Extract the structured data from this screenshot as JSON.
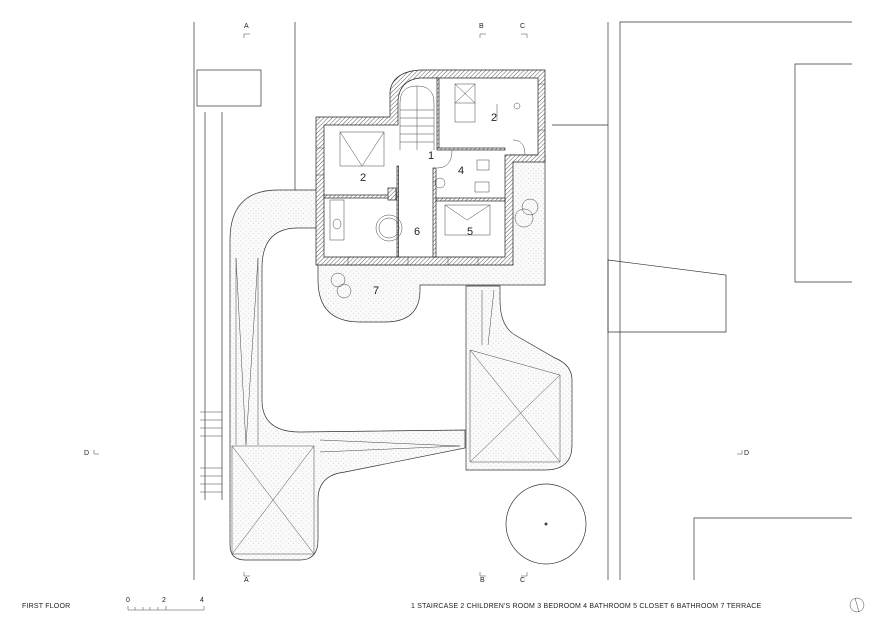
{
  "section_markers": {
    "a_top": "A",
    "b_top": "B",
    "c_top": "C",
    "a_bottom": "A",
    "b_bottom": "B",
    "c_bottom": "C",
    "d_left": "D",
    "d_right": "D"
  },
  "rooms": [
    {
      "id": "staircase",
      "number": "1"
    },
    {
      "id": "childrens-room-a",
      "number": "2"
    },
    {
      "id": "childrens-room-b",
      "number": "2"
    },
    {
      "id": "bathroom-small",
      "number": "4"
    },
    {
      "id": "closet",
      "number": "5"
    },
    {
      "id": "bathroom-main",
      "number": "6"
    },
    {
      "id": "terrace",
      "number": "7"
    }
  ],
  "footer": {
    "title": "FIRST FLOOR",
    "scale": {
      "t0": "0",
      "t2": "2",
      "t4": "4"
    },
    "legend": "1 STAIRCASE  2 CHILDREN'S ROOM  3 BEDROOM  4 BATHROOM  5 CLOSET  6 BATHROOM  7 TERRACE"
  },
  "icons": [
    "north-arrow-icon"
  ]
}
